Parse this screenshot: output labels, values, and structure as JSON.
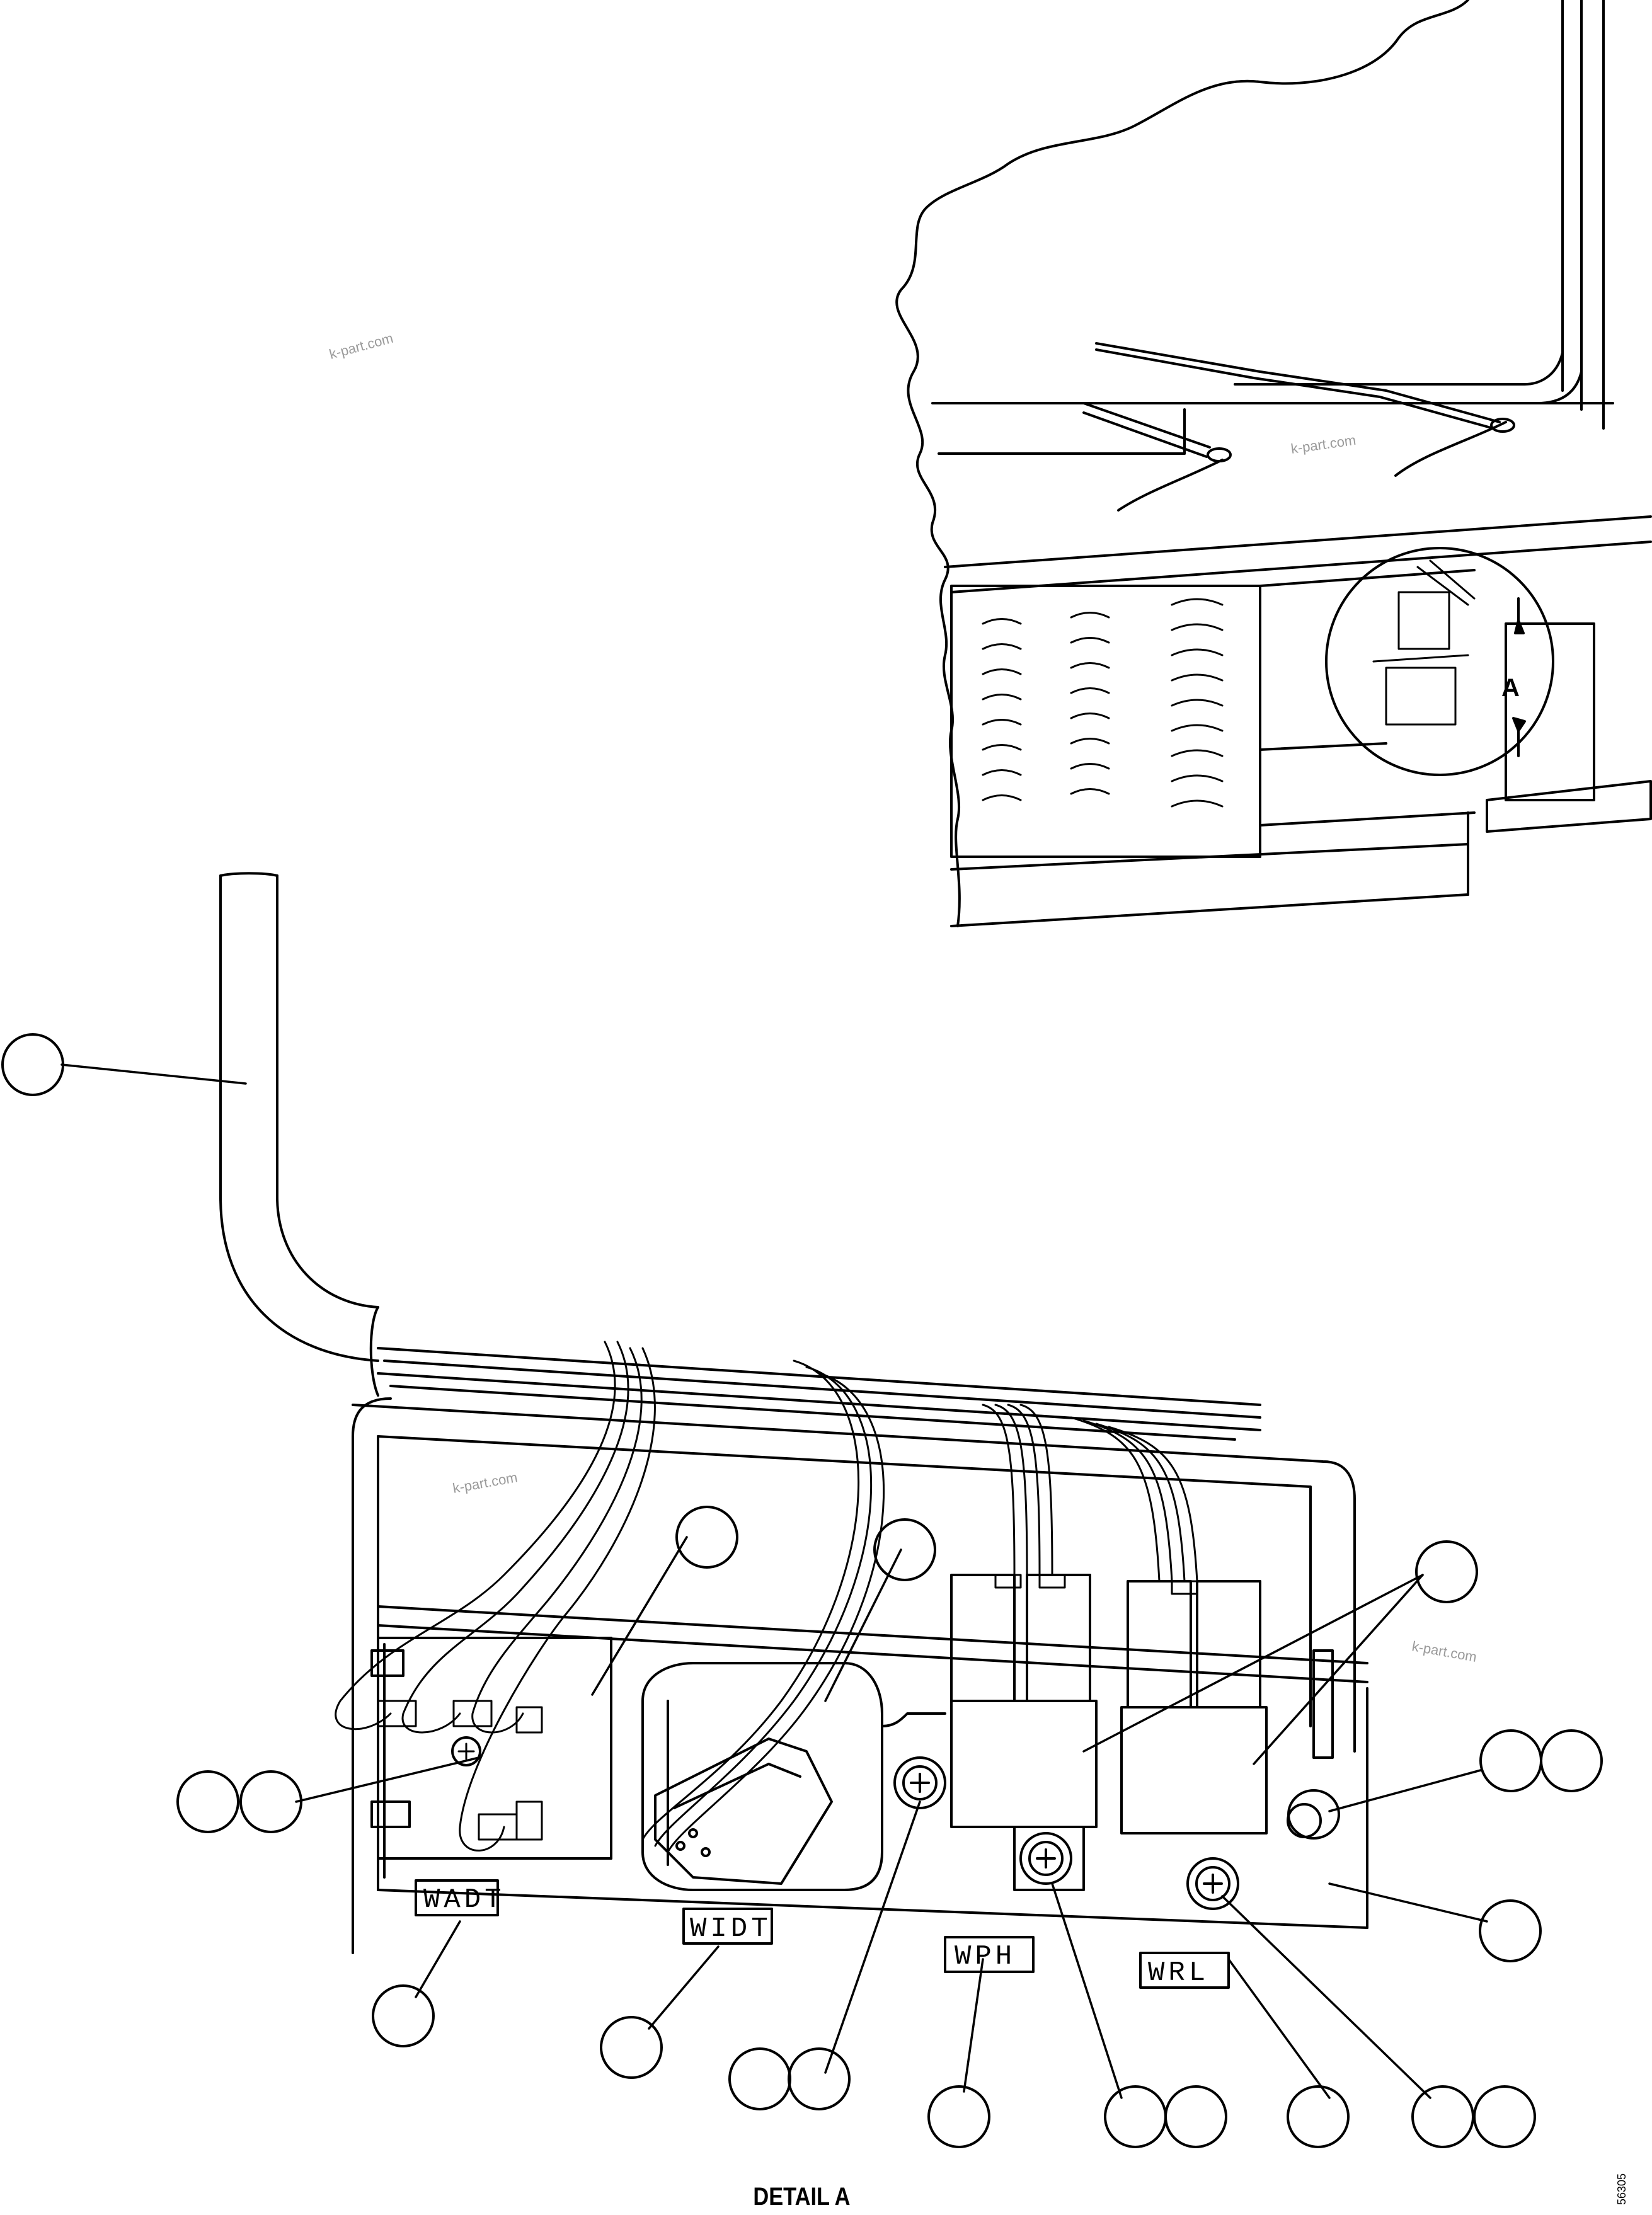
{
  "watermarks": [
    "k-part.com",
    "k-part.com",
    "k-part.com",
    "k-part.com"
  ],
  "detail_marker": "A",
  "component_labels": [
    "WADT",
    "WIDT",
    "WPH",
    "WRL"
  ],
  "caption": "DETAIL A",
  "figure_ref": "56305",
  "callout_balloons": [
    "callout-1",
    "callout-2",
    "callout-3",
    "callout-4",
    "callout-5",
    "callout-6",
    "callout-7",
    "callout-8",
    "callout-9",
    "callout-10",
    "callout-11",
    "callout-12",
    "callout-13",
    "callout-14",
    "callout-15",
    "callout-16",
    "callout-17",
    "callout-18",
    "callout-19"
  ],
  "colors": {
    "line": "#000000",
    "background": "#ffffff",
    "watermark": "#9a9a9a"
  }
}
